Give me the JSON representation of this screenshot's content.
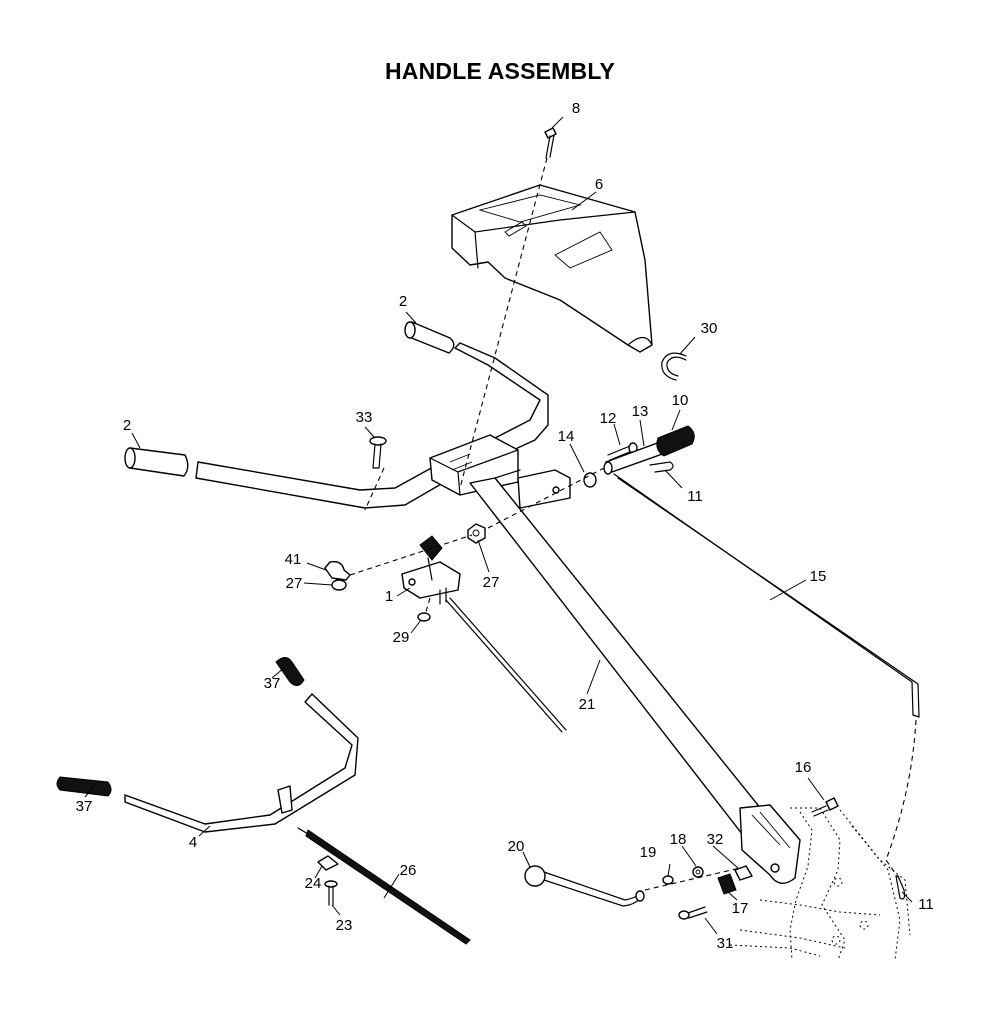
{
  "title": "HANDLE ASSEMBLY",
  "callouts": {
    "p1": "1",
    "p2a": "2",
    "p2b": "2",
    "p4": "4",
    "p6": "6",
    "p8": "8",
    "p10": "10",
    "p11a": "11",
    "p11b": "11",
    "p12": "12",
    "p13": "13",
    "p14": "14",
    "p15": "15",
    "p16": "16",
    "p17": "17",
    "p18": "18",
    "p19": "19",
    "p20": "20",
    "p21": "21",
    "p23": "23",
    "p24": "24",
    "p26": "26",
    "p27a": "27",
    "p27b": "27",
    "p29": "29",
    "p30": "30",
    "p31": "31",
    "p32": "32",
    "p33": "33",
    "p37a": "37",
    "p37b": "37",
    "p41": "41"
  }
}
